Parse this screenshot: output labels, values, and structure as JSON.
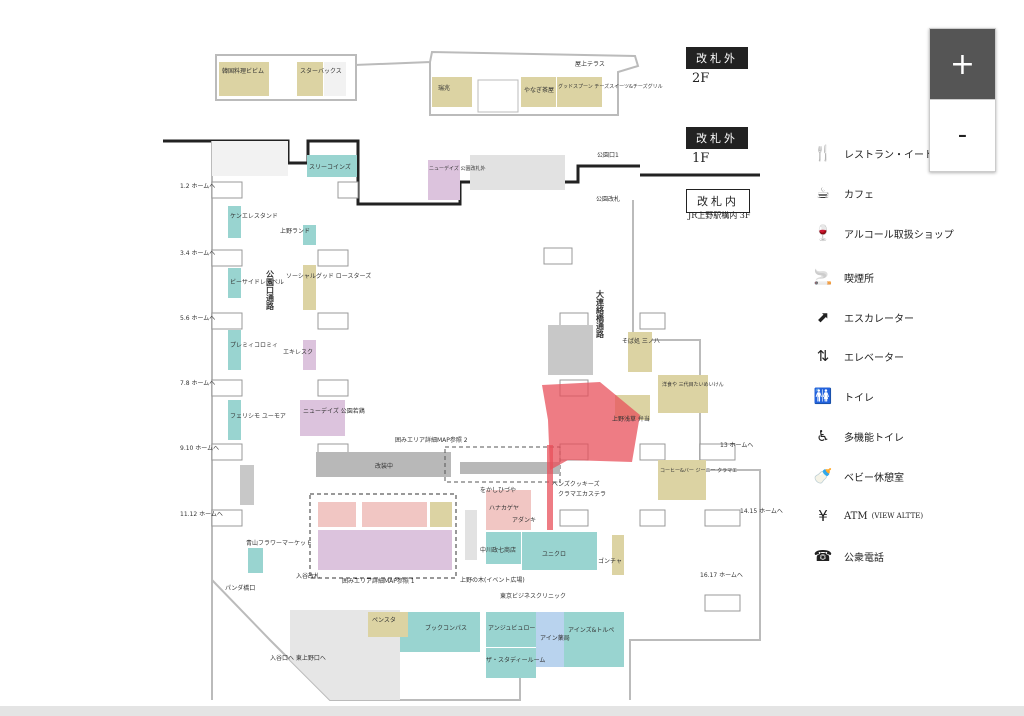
{
  "zoom": {
    "in_label": "+",
    "out_label": "-"
  },
  "gate_labels": {
    "out_2f": "改札外",
    "out_1f": "改札外",
    "in_3f": "改札内"
  },
  "floor_labels": {
    "f2": "2F",
    "f1": "1F",
    "jr_ueno": "JR上野駅構内 3F"
  },
  "legend": [
    {
      "icon": "restaurant-icon",
      "glyph": "🍴",
      "label": "レストラン・イート"
    },
    {
      "icon": "cafe-icon",
      "glyph": "☕",
      "label": "カフェ"
    },
    {
      "icon": "wine-glass-icon",
      "glyph": "🍷",
      "label": "アルコール取扱ショップ"
    },
    {
      "icon": "smoking-icon",
      "glyph": "🚬",
      "label": "喫煙所"
    },
    {
      "icon": "escalator-icon",
      "glyph": "⬈",
      "label": "エスカレーター"
    },
    {
      "icon": "elevator-icon",
      "glyph": "⇅",
      "label": "エレベーター"
    },
    {
      "icon": "toilet-icon",
      "glyph": "🚻",
      "label": "トイレ"
    },
    {
      "icon": "accessible-toilet-icon",
      "glyph": "♿",
      "label": "多機能トイレ"
    },
    {
      "icon": "baby-room-icon",
      "glyph": "🍼",
      "label": "ベビー休憩室"
    },
    {
      "icon": "atm-icon",
      "glyph": "¥",
      "label": "ATM",
      "label_small": "(VIEW ALTTE)"
    },
    {
      "icon": "phone-icon",
      "glyph": "☎",
      "label": "公衆電話"
    }
  ],
  "map": {
    "shops_2f": [
      "韓国料理ビビム",
      "スターバックス",
      "瑞兆",
      "やなぎ茶屋",
      "グッドスプーン チーズスイーツ&チーズグリル"
    ],
    "terrace": "屋上テラス",
    "shops_1f": [
      "スリーコインズ",
      "ニューデイズ 公園改札外",
      "ケンエレスタンド",
      "上野ランド",
      "ビーサイドレーベル",
      "プレミィコロミィ",
      "フェリシモ ユーモア",
      "ソーシャルグッド ロースターズ",
      "エキレスク",
      "ニューデイズ 公園若鶏",
      "青山フラワーマーケット",
      "ペンスタ",
      "ブックコンパス",
      "アンジュビュロー",
      "アイン薬局",
      "アインズ&トルペ",
      "ザ・スタディールーム",
      "ハナカゲヤ",
      "ユニクロ",
      "中川政七商店",
      "ベンズクッキーズ",
      "クラマエカステラ",
      "をかしひづや",
      "アダンキ",
      "ゴンチャ",
      "そば処 三ノ八",
      "洋食や 三代目たいめいけん",
      "上野浅草 弁当",
      "コーヒー&バー ジーニー クラマエ",
      "東京ビジネスクリニック"
    ],
    "labels": {
      "home_12": "1.2 ホームへ",
      "home_34": "3.4 ホームへ",
      "home_56": "5.6 ホームへ",
      "home_78": "7.8 ホームへ",
      "home_910": "9.10 ホームへ",
      "home_1112": "11.12 ホームへ",
      "home_13": "13 ホームへ",
      "home_1415": "14.15 ホームへ",
      "home_1617": "16.17 ホームへ",
      "park_gate": "公園改札",
      "park_exit": "公園口1",
      "park_path": "公園口通路",
      "main_path": "大連絡橋通路",
      "area_ref_1": "囲みエリア詳細MAP参照 1",
      "area_ref_2": "囲みエリア詳細MAP参照 2",
      "construction": "改装中",
      "panda_bridge": "パンダ橋口",
      "iriya_gate": "入谷改札",
      "iriya_exit": "入谷口へ 東上野口へ",
      "ueno_tree": "上野の木(イベント広場)"
    }
  },
  "highlight_color": "#e8505b",
  "palette": {
    "teal": "#99d4d0",
    "khaki": "#dcd3a3",
    "lavender": "#dcc3dd",
    "pink": "#f1c6c3",
    "blue": "#b9d3ee",
    "gray": "#c8c8c8"
  }
}
